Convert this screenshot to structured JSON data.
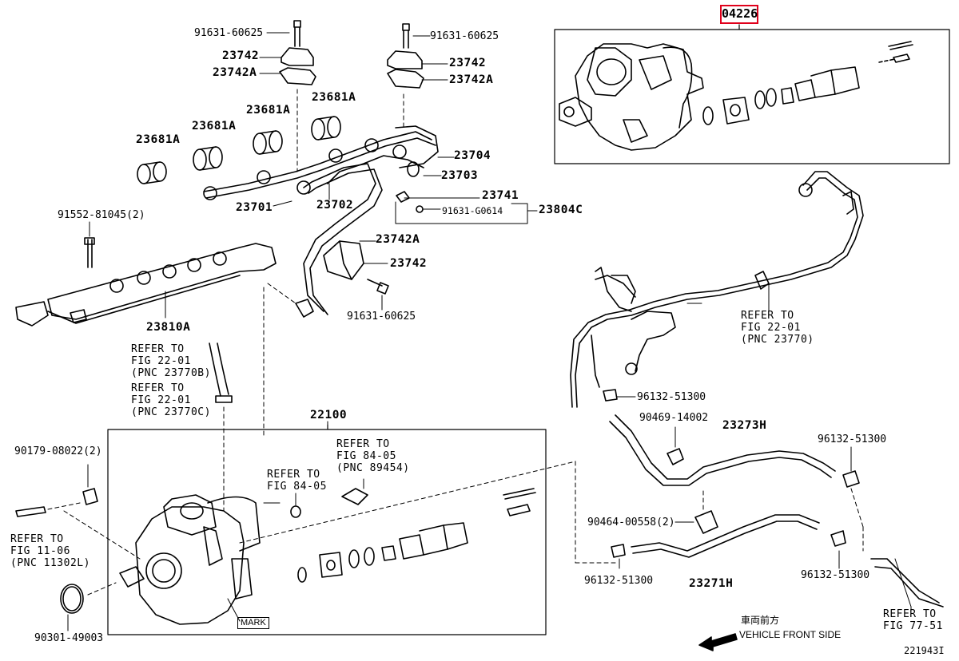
{
  "highlight_part": "04226",
  "parts": {
    "p91631_60625_a": "91631-60625",
    "p23742_a": "23742",
    "p23742A_a": "23742A",
    "p91631_60625_b": "91631-60625",
    "p23742_b": "23742",
    "p23742A_b": "23742A",
    "p23681A_1": "23681A",
    "p23681A_2": "23681A",
    "p23681A_3": "23681A",
    "p23681A_4": "23681A",
    "p23704": "23704",
    "p23703": "23703",
    "p23701": "23701",
    "p23702": "23702",
    "p23741": "23741",
    "p91631_G0614": "91631-G0614",
    "p23804C": "23804C",
    "p91552_81045": "91552-81045(2)",
    "p23742A_c": "23742A",
    "p23742_c": "23742",
    "p91631_60625_c": "91631-60625",
    "p23810A": "23810A",
    "p22100": "22100",
    "p90179_08022": "90179-08022(2)",
    "p90301_49003": "90301-49003",
    "p96132_51300_a": "96132-51300",
    "p90469_14002": "90469-14002",
    "p23273H": "23273H",
    "p96132_51300_b": "96132-51300",
    "p90464_00558": "90464-00558(2)",
    "p96132_51300_c": "96132-51300",
    "p23271H": "23271H",
    "p96132_51300_d": "96132-51300"
  },
  "refs": {
    "r1": [
      "REFER TO",
      "FIG 22-01",
      "(PNC 23770B)"
    ],
    "r2": [
      "REFER TO",
      "FIG 22-01",
      "(PNC 23770C)"
    ],
    "r3": [
      "REFER TO",
      "FIG 84-05",
      "(PNC 89454)"
    ],
    "r4": [
      "REFER TO",
      "FIG 84-05"
    ],
    "r5": [
      "REFER TO",
      "FIG 11-06",
      "(PNC 11302L)"
    ],
    "r6": [
      "REFER TO",
      "FIG 22-01",
      "(PNC 23770)"
    ],
    "r7": [
      "REFER TO",
      "FIG 77-51"
    ]
  },
  "mark_label": "MARK",
  "front_label_jp": "車両前方",
  "front_label_en": "VEHICLE FRONT SIDE",
  "figure_id": "221943I",
  "colors": {
    "line": "#000000",
    "highlight": "#e0001b"
  }
}
